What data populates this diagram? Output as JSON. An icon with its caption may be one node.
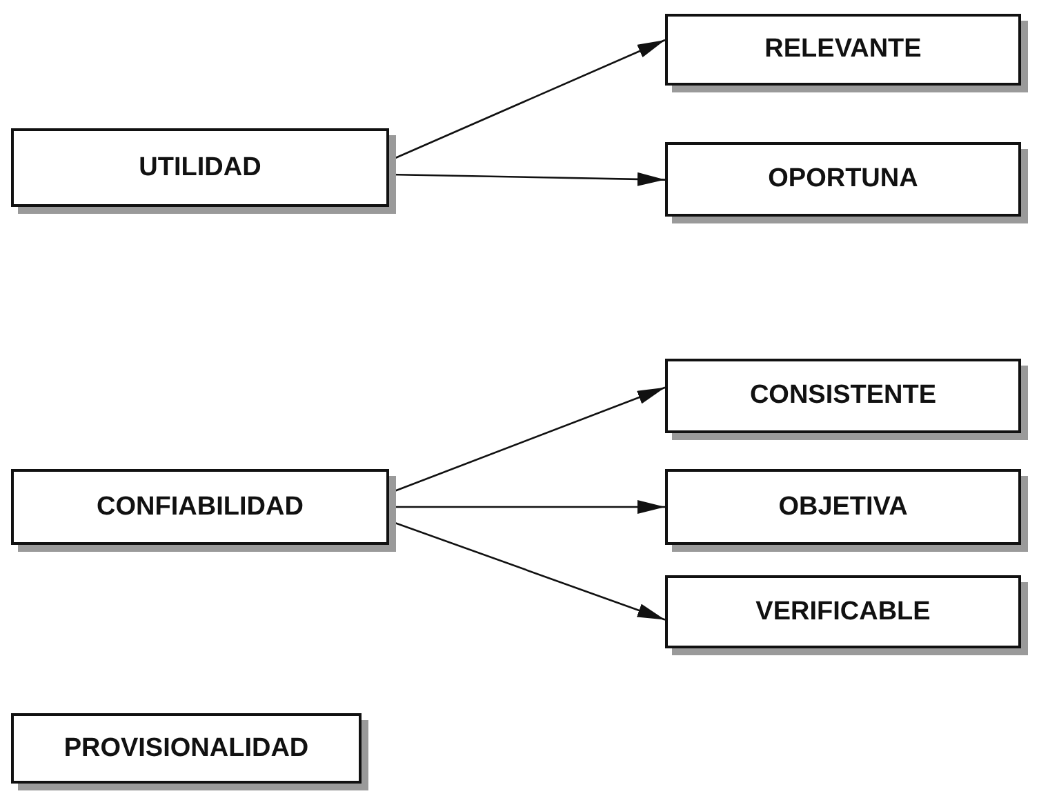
{
  "diagram": {
    "nodes": [
      {
        "text": [
          "UTILIDAD"
        ]
      },
      {
        "text": [
          "RELEVANTE"
        ]
      },
      {
        "text": [
          "OPORTUNA"
        ]
      },
      {
        "text": [
          "CONSISTENTE"
        ]
      },
      {
        "text": [
          "CONFIABILIDAD"
        ]
      },
      {
        "text": [
          "OBJETIVA"
        ]
      },
      {
        "text": [
          "VERIFICABLE"
        ]
      },
      {
        "text": [
          "PROVISIONALIDAD"
        ]
      }
    ],
    "edges": [
      {
        "from": 0,
        "to": 1,
        "arrow": "to"
      },
      {
        "from": 0,
        "to": 2,
        "arrow": "to"
      },
      {
        "from": 4,
        "to": 3,
        "arrow": "to"
      },
      {
        "from": 4,
        "to": 5,
        "arrow": "to"
      },
      {
        "from": 4,
        "to": 6,
        "arrow": "to"
      }
    ]
  }
}
